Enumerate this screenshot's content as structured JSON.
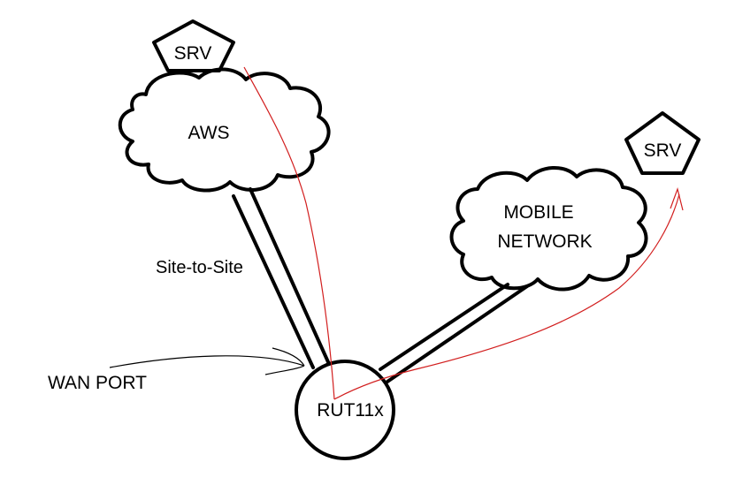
{
  "nodes": {
    "srv_top": "SRV",
    "aws": "AWS",
    "srv_right": "SRV",
    "mobile_line1": "MOBILE",
    "mobile_line2": "NETWORK",
    "router": "RUT11x"
  },
  "labels": {
    "site_to_site": "Site-to-Site",
    "wan_port": "WAN PORT"
  },
  "colors": {
    "lines": "#000000",
    "traffic_path": "#d21e1e",
    "background": "#ffffff"
  }
}
